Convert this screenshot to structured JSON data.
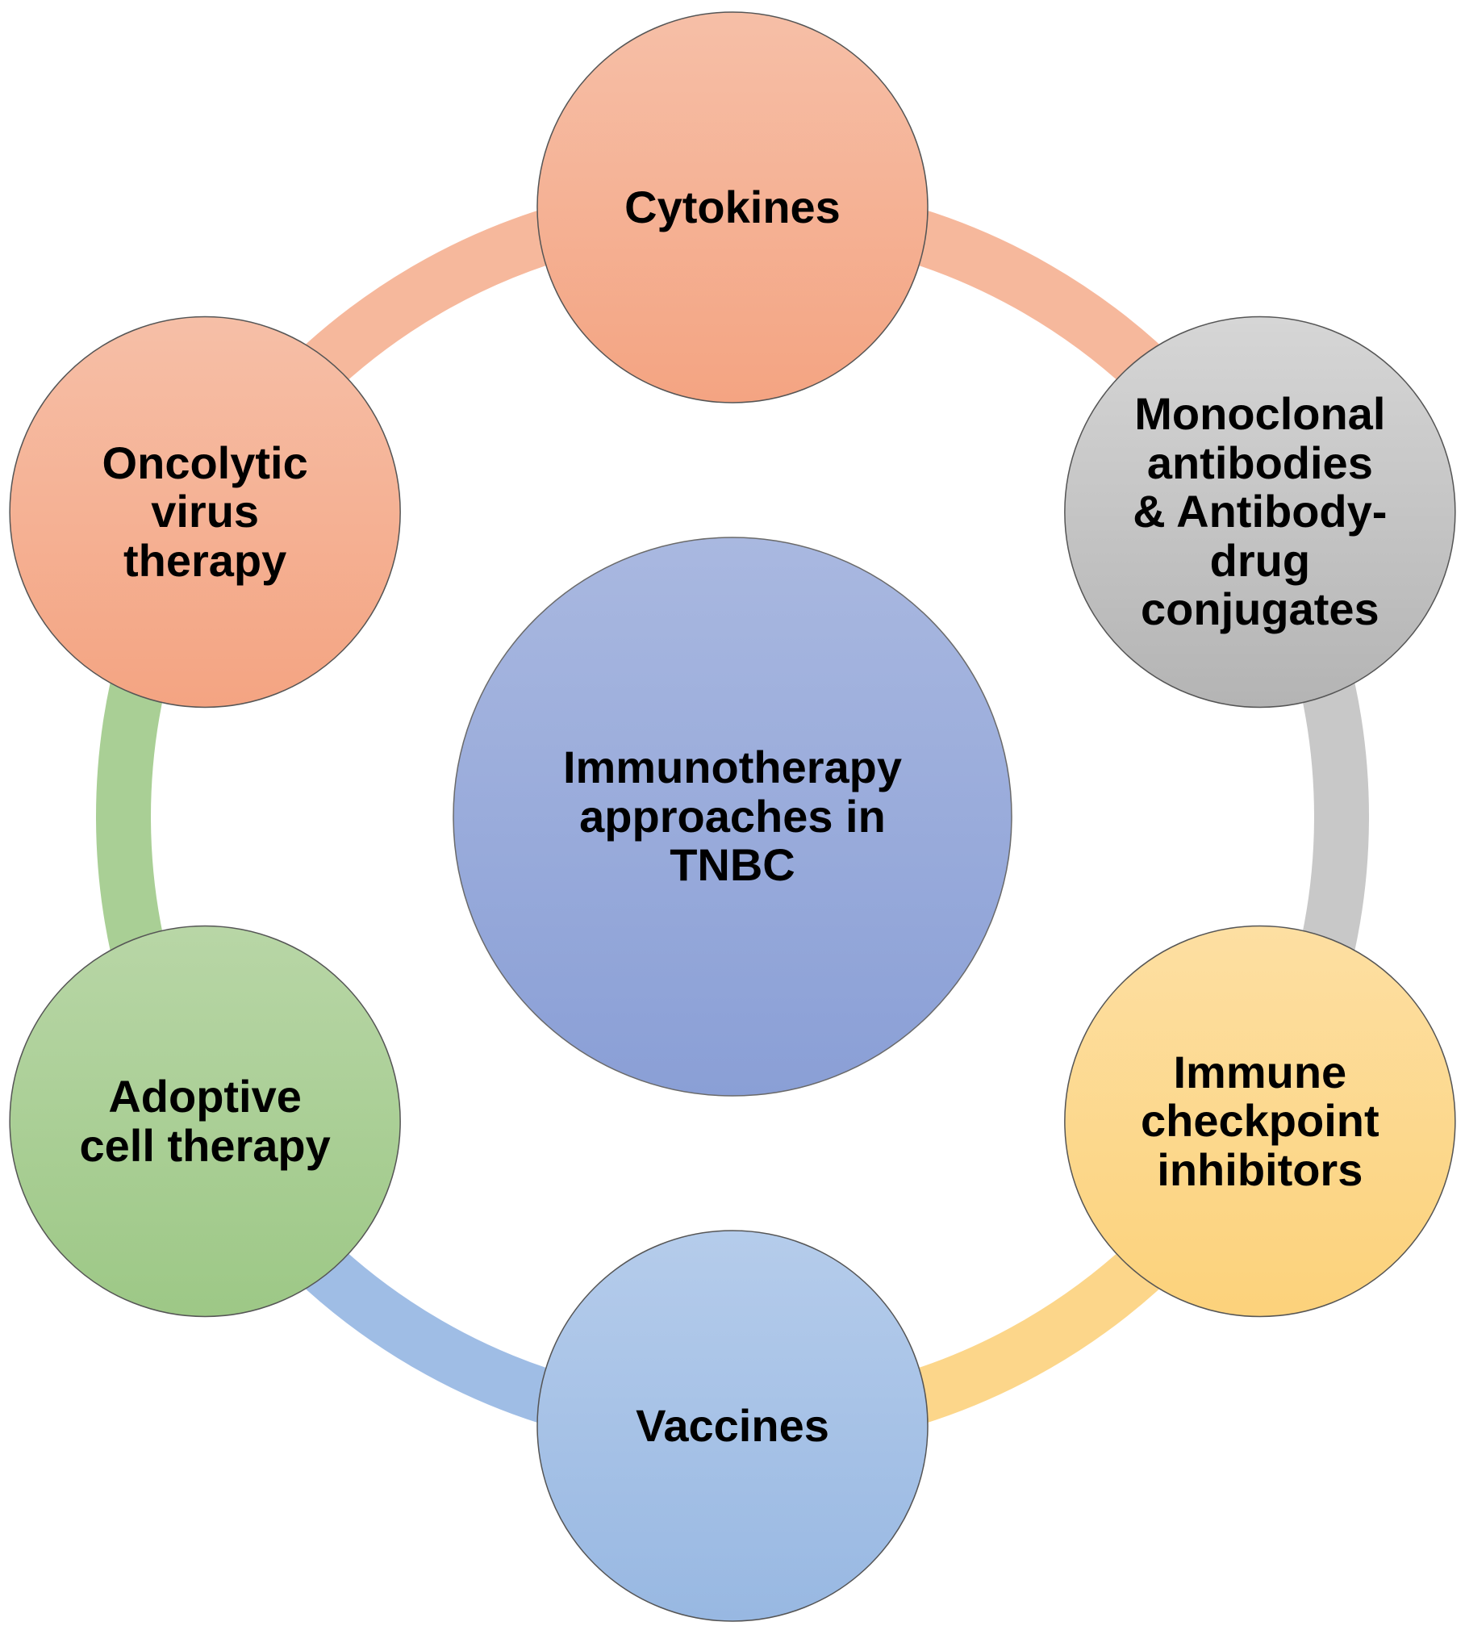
{
  "center": {
    "label": "Immunotherapy\napproaches in\nTNBC",
    "color_top": "#A9B8E0",
    "color_bottom": "#8A9FD6"
  },
  "nodes": [
    {
      "id": "cytokines",
      "label": "Cytokines",
      "color_top": "#F6BFA7",
      "color_bottom": "#F4A482",
      "ring_color": "#F6B89C"
    },
    {
      "id": "monoclonal",
      "label": "Monoclonal\nantibodies\n& Antibody-\ndrug\nconjugates",
      "color_top": "#D6D6D6",
      "color_bottom": "#B4B4B4",
      "ring_color": "#C8C8C8"
    },
    {
      "id": "checkpoint",
      "label": "Immune\ncheckpoint\ninhibitors",
      "color_top": "#FDDFA2",
      "color_bottom": "#FCD27B",
      "ring_color": "#FCD68A"
    },
    {
      "id": "vaccines",
      "label": "Vaccines",
      "color_top": "#B5CCEB",
      "color_bottom": "#98B8E2",
      "ring_color": "#9FBDE5"
    },
    {
      "id": "adoptive",
      "label": "Adoptive\ncell therapy",
      "color_top": "#B8D6A6",
      "color_bottom": "#9DC886",
      "ring_color": "#A9CF95"
    },
    {
      "id": "oncolytic",
      "label": "Oncolytic\nvirus\ntherapy",
      "color_top": "#F6BFA7",
      "color_bottom": "#F4A482",
      "ring_color": "#F6B89C"
    }
  ]
}
